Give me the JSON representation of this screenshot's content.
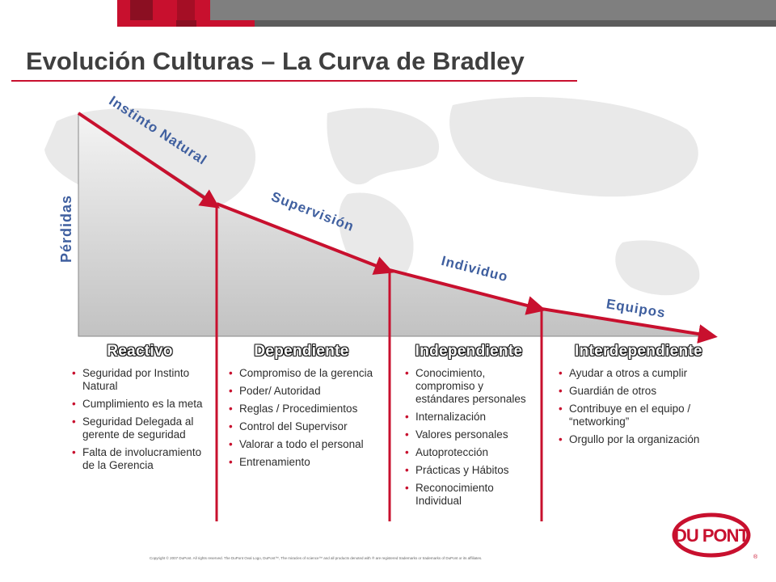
{
  "title": "Evolución Culturas – La Curva de Bradley",
  "y_axis_label": "Pérdidas",
  "stages": [
    {
      "name": "Instinto Natural"
    },
    {
      "name": "Supervisión"
    },
    {
      "name": "Individuo"
    },
    {
      "name": "Equipos"
    }
  ],
  "columns": [
    {
      "heading": "Reactivo",
      "items": [
        "Seguridad por Instinto Natural",
        "Cumplimiento es la meta",
        "Seguridad Delegada al gerente de seguridad",
        "Falta de involucramiento de la Gerencia"
      ]
    },
    {
      "heading": "Dependiente",
      "items": [
        "Compromiso de la gerencia",
        "Poder/ Autoridad",
        "Reglas / Procedimientos",
        "Control del Supervisor",
        "Valorar a todo el personal",
        "Entrenamiento"
      ]
    },
    {
      "heading": "Independiente",
      "items": [
        "Conocimiento, compromiso y estándares personales",
        "Internalización",
        "Valores personales",
        "Autoprotección",
        "Prácticas y Hábitos",
        "Reconocimiento Individual"
      ]
    },
    {
      "heading": "Interdependiente",
      "items": [
        "Ayudar a otros a cumplir",
        "Guardián de otros",
        "Contribuye en el equipo / “networking”",
        "Orgullo por la organización"
      ]
    }
  ],
  "footer": "Copyright © 2007 DuPont. All rights reserved. The DuPont Oval Logo, DuPont™, The miracles of science™ and all products denoted with ® are registered trademarks or trademarks of DuPont or its affiliates.",
  "logo_text": "DU PONT",
  "colors": {
    "accent": "#c8102e",
    "label_blue": "#3f5f9f",
    "title": "#3f3f3f",
    "topbar_gray": "#7f7f7f"
  }
}
